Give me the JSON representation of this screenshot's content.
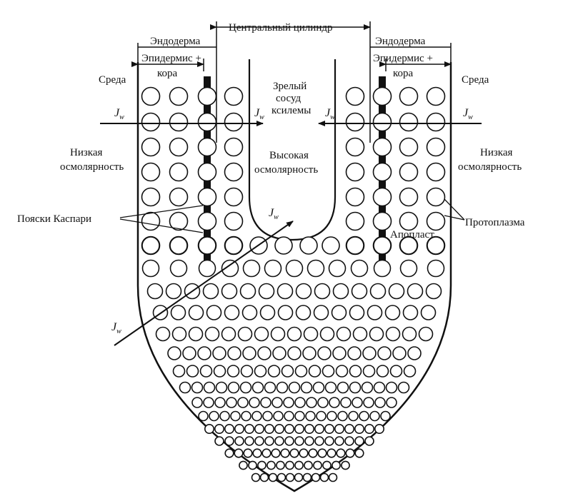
{
  "diagram": {
    "labels": {
      "central_cylinder": "Центральный цилиндр",
      "endoderm": "Эндодерма",
      "epidermis_cortex_1": "Эпидермис +",
      "epidermis_cortex_2": "кора",
      "medium": "Среда",
      "mature_vessel_1": "Зрелый",
      "mature_vessel_2": "сосуд",
      "mature_vessel_3": "ксилемы",
      "high_osm_1": "Высокая",
      "high_osm_2": "осмолярность",
      "low_osm_1": "Низкая",
      "low_osm_2": "осмолярность",
      "casparian": "Пояски Каспари",
      "protoplasm": "Протоплазма",
      "apoplast": "Апопласт",
      "flux_symbol": "J",
      "flux_subscript": "w"
    }
  }
}
